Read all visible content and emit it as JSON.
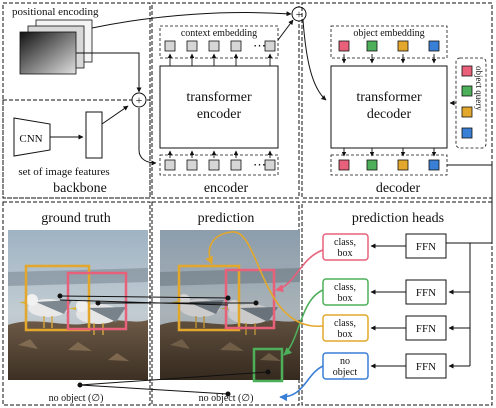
{
  "top": {
    "positional_encoding": "positional encoding",
    "cnn": "CNN",
    "image_features": "set of image features",
    "backbone": "backbone",
    "context_embedding": "context embedding",
    "encoder_box_line1": "transformer",
    "encoder_box_line2": "encoder",
    "encoder": "encoder",
    "object_embedding": "object embedding",
    "decoder_box_line1": "transformer",
    "decoder_box_line2": "decoder",
    "object_query": "object query",
    "decoder": "decoder",
    "ellipsis": "⋯",
    "plus": "+"
  },
  "bottom": {
    "ground_truth": "ground truth",
    "prediction": "prediction",
    "prediction_heads": "prediction heads",
    "class_box": [
      "class,",
      "box"
    ],
    "no_object_head": [
      "no",
      "object"
    ],
    "ffn": "FFN",
    "no_object_gt": "no object (∅)",
    "no_object_pred": "no object (∅)"
  },
  "colors": {
    "pink": "#e8607a",
    "green": "#4daf5a",
    "yellow": "#e3a82b",
    "blue": "#3a7fd6",
    "gray_token": "#d6d6d6"
  }
}
